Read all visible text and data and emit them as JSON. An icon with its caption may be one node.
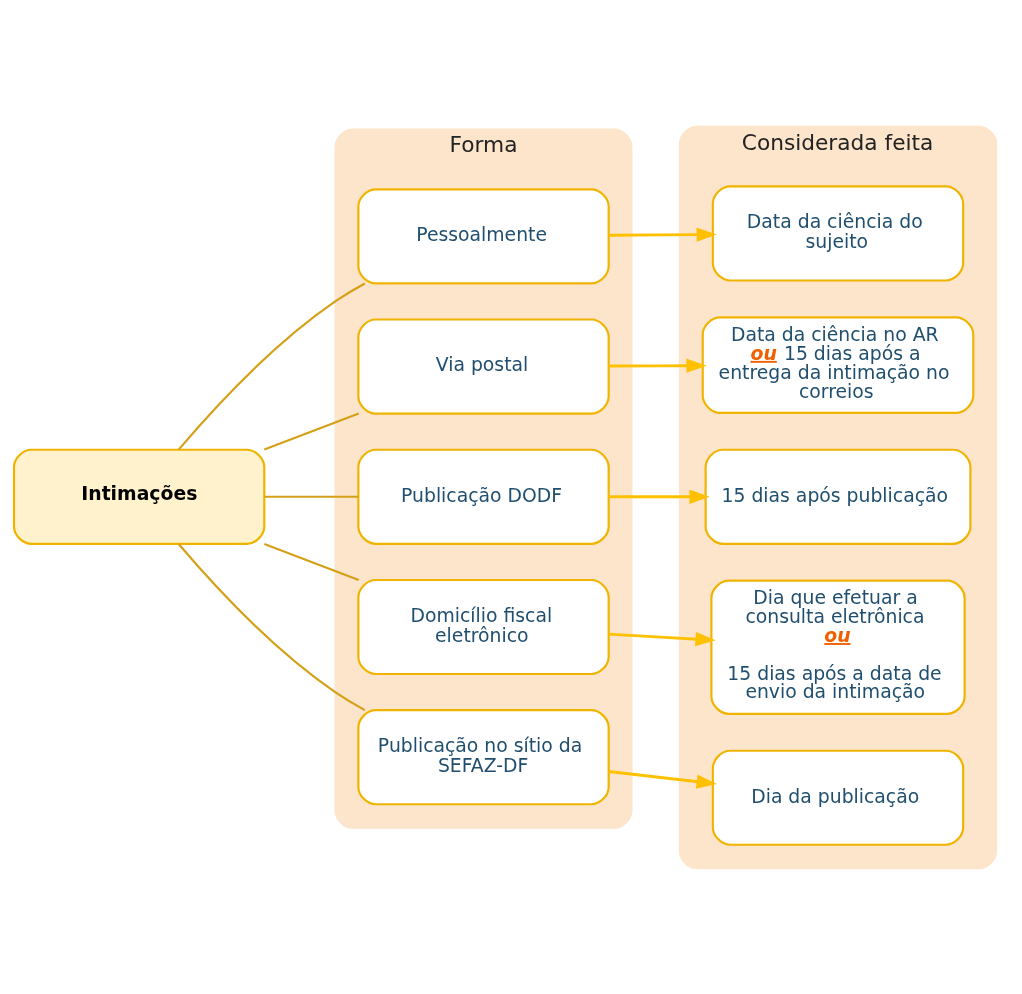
{
  "diagram": {
    "nodes": [
      {
        "text": [
          "Intimações"
        ]
      },
      {
        "text": [
          "Forma"
        ]
      },
      {
        "text": [
          "Pessoalmente"
        ],
        "in": 1
      },
      {
        "text": [
          "Via postal"
        ],
        "in": 1
      },
      {
        "text": [
          "Publicação DODF"
        ],
        "in": 1
      },
      {
        "text": [
          "Domicílio fiscal eletrônico"
        ],
        "in": 1
      },
      {
        "text": [
          "Publicação no sítio da SEFAZ-DF"
        ],
        "in": 1
      },
      {
        "text": [
          "Considerada feita"
        ]
      },
      {
        "text": [
          "Data da ciência do sujeito"
        ],
        "in": 7
      },
      {
        "text": [
          "Data da ciência no AR **ou** 15 dias após a entrega da intimação no correios"
        ],
        "in": 7
      },
      {
        "text": [
          "15 dias após publicação"
        ],
        "in": 7
      },
      {
        "text": [
          "Dia que efetuar a consulta eletrônica **ou**",
          "15 dias após a data de envio da intimação"
        ],
        "in": 7
      },
      {
        "text": [
          "Dia da publicação"
        ],
        "in": 7
      }
    ],
    "edges": [
      {
        "from": 0,
        "to": 2,
        "arrow": "none",
        "color": "#d4a017"
      },
      {
        "from": 0,
        "to": 3,
        "arrow": "none",
        "color": "#d4a017"
      },
      {
        "from": 0,
        "to": 4,
        "arrow": "none",
        "color": "#d4a017"
      },
      {
        "from": 0,
        "to": 5,
        "arrow": "none",
        "color": "#d4a017"
      },
      {
        "from": 0,
        "to": 6,
        "arrow": "none",
        "color": "#d4a017"
      },
      {
        "from": 2,
        "to": 8,
        "arrow": "to"
      },
      {
        "from": 3,
        "to": 9,
        "arrow": "to"
      },
      {
        "from": 4,
        "to": 10,
        "arrow": "to"
      },
      {
        "from": 5,
        "to": 11,
        "arrow": "to"
      },
      {
        "from": 6,
        "to": 12,
        "arrow": "to"
      }
    ]
  }
}
